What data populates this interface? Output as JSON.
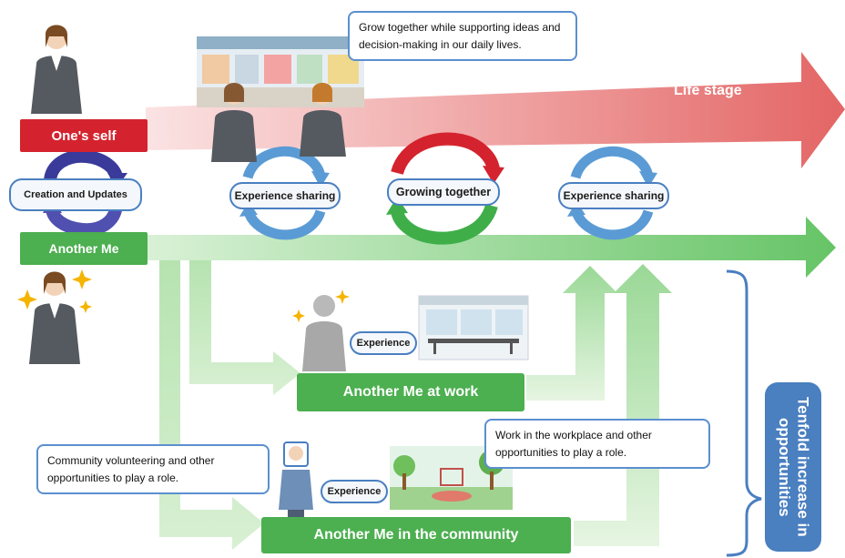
{
  "labels": {
    "ones_self": "One's self",
    "another_me": "Another Me",
    "creation_updates": "Creation and Updates",
    "life_stage": "Life stage",
    "experience_sharing_left": "Experience sharing",
    "growing_together": "Growing together",
    "experience_sharing_right": "Experience sharing",
    "experience_work": "Experience",
    "experience_community": "Experience",
    "another_me_work": "Another Me at work",
    "another_me_community": "Another Me in the community",
    "tenfold": "Tenfold increase in opportunities"
  },
  "callouts": {
    "top": "Grow together while supporting ideas and decision-making in our daily lives.",
    "work": "Work in the workplace and other opportunities to play a role.",
    "community": "Community volunteering and other opportunities to play a role."
  },
  "colors": {
    "red_arrow": "#e66f6f",
    "green_arrow": "#7ccf7c",
    "label_red": "#d4232e",
    "label_green": "#4caf50",
    "blue_cycle": "#5b9bd5",
    "navy_cycle": "#3a3a9a",
    "tenfold_box": "#4a7fc0"
  }
}
